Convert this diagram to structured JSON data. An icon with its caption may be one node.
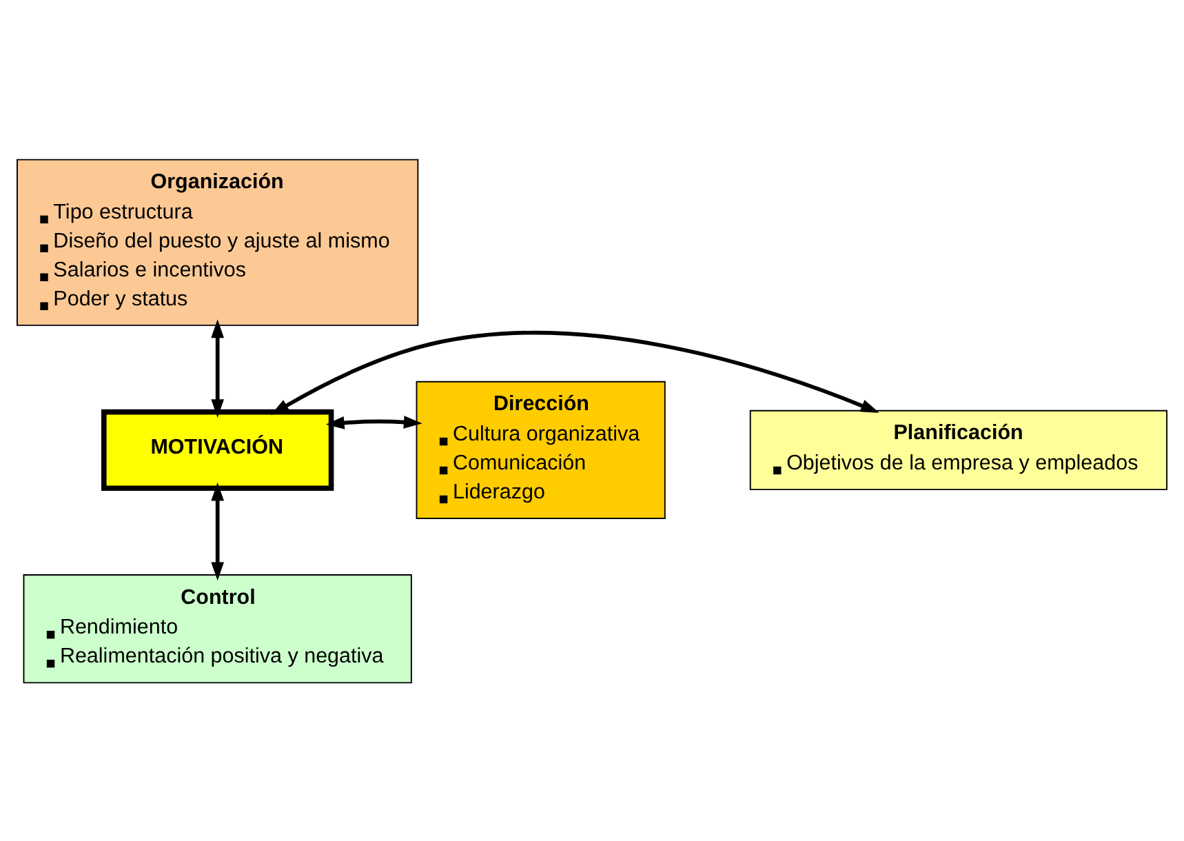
{
  "diagram": {
    "nodes": [
      {
        "text": [
          "Organización",
          "Tipo estructura",
          "Diseño del puesto y ajuste al mismo",
          "Salarios e incentivos",
          "Poder y status"
        ]
      },
      {
        "text": [
          "Planificación",
          "Objetivos de la empresa y empleados"
        ]
      },
      {
        "text": [
          "MOTIVACIÓN"
        ]
      },
      {
        "text": [
          "Dirección",
          "Cultura organizativa",
          "Comunicación",
          "Liderazgo"
        ]
      },
      {
        "text": [
          "Control",
          "Rendimiento",
          "Realimentación positiva y negativa"
        ]
      }
    ],
    "edges": [
      {
        "from": 2,
        "to": 0,
        "arrow": "both"
      },
      {
        "from": 2,
        "to": 1,
        "arrow": "both"
      },
      {
        "from": 2,
        "to": 3,
        "arrow": "both"
      },
      {
        "from": 2,
        "to": 4,
        "arrow": "both"
      }
    ]
  }
}
